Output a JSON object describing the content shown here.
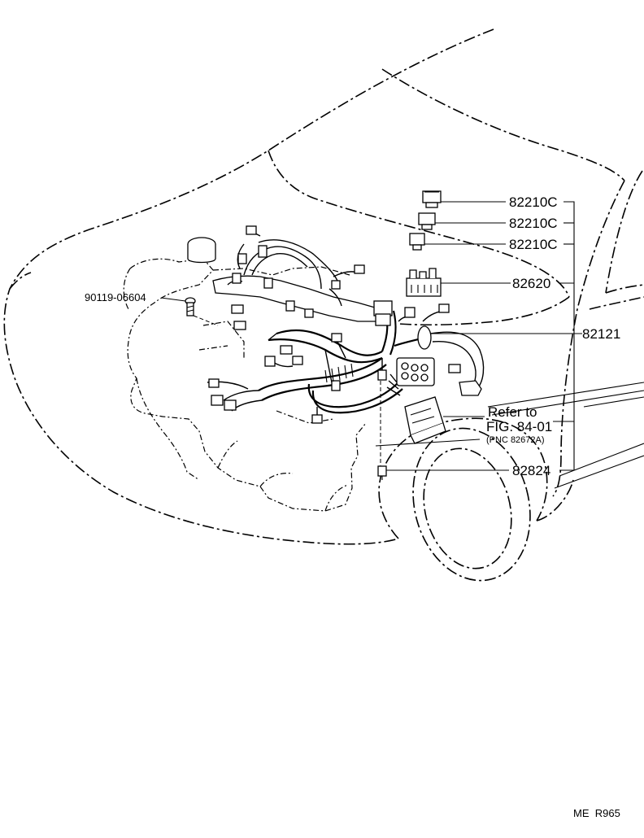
{
  "callouts": {
    "relay_1": "82210C",
    "relay_2": "82210C",
    "relay_3": "82210C",
    "junction_block": "82620",
    "bolt": "90119-06604",
    "harness": "82121",
    "refer_line1": "Refer to",
    "refer_line2": "FIG. 84-01",
    "refer_line3": "(PNC 82672A)",
    "clamp": "82824"
  },
  "footer": {
    "code": "ME  R965"
  }
}
